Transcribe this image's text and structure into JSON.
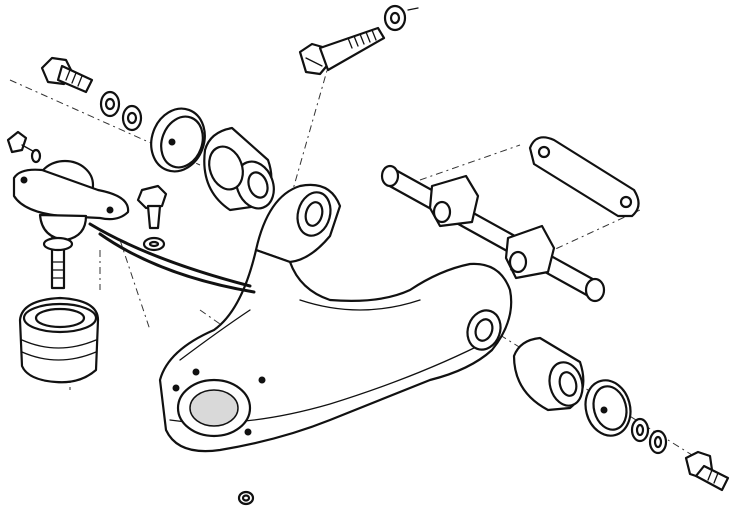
{
  "figure": {
    "description_free": true,
    "ink_color": "#111111",
    "background_color": "#ffffff",
    "parts": [
      {
        "name": "upper-bolt"
      },
      {
        "name": "upper-washer"
      },
      {
        "name": "front-bolt"
      },
      {
        "name": "lock-washers"
      },
      {
        "name": "large-washer"
      },
      {
        "name": "front-bushing"
      },
      {
        "name": "grease-fitting"
      },
      {
        "name": "ball-joint"
      },
      {
        "name": "ball-joint-boot"
      },
      {
        "name": "small-bolt"
      },
      {
        "name": "small-washer"
      },
      {
        "name": "cross-shaft"
      },
      {
        "name": "shim-plate"
      },
      {
        "name": "control-arm"
      },
      {
        "name": "rear-bushing"
      },
      {
        "name": "rear-washer"
      },
      {
        "name": "rear-lock-washers"
      },
      {
        "name": "rear-bolt"
      },
      {
        "name": "bottom-nut"
      }
    ]
  }
}
